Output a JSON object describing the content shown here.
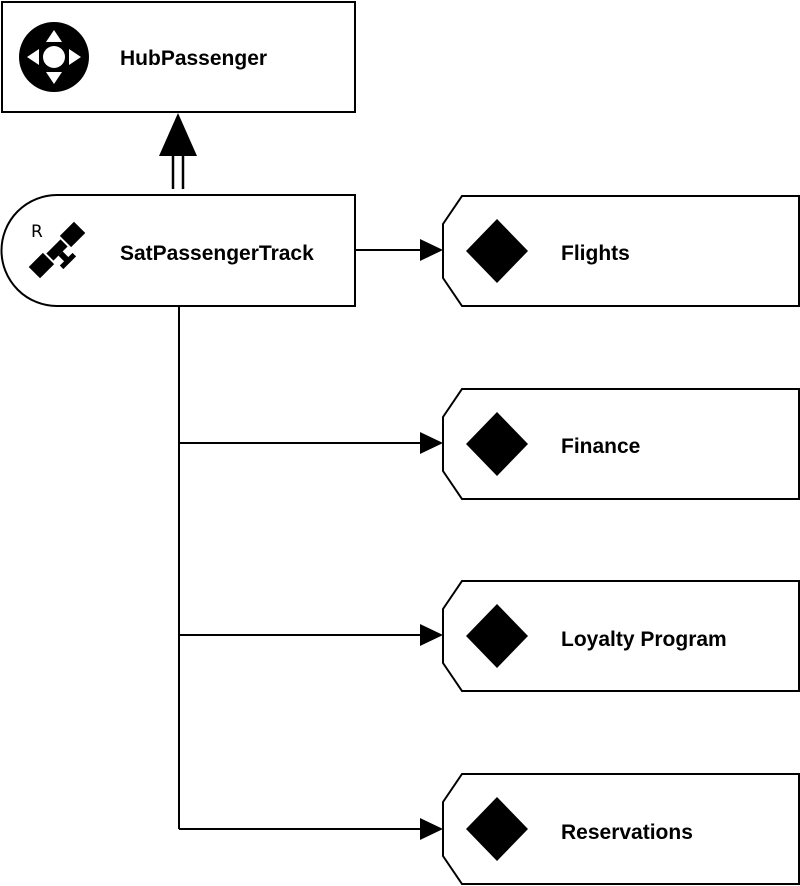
{
  "colors": {
    "stroke": "#000000",
    "fill": "#ffffff",
    "icon": "#000000"
  },
  "hub": {
    "label": "HubPassenger",
    "icon": "hub-icon"
  },
  "satellite": {
    "label": "SatPassengerTrack",
    "icon": "satellite-icon",
    "marker": "R"
  },
  "references": [
    {
      "label": "Flights",
      "icon": "diamond-icon"
    },
    {
      "label": "Finance",
      "icon": "diamond-icon"
    },
    {
      "label": "Loyalty Program",
      "icon": "diamond-icon"
    },
    {
      "label": "Reservations",
      "icon": "diamond-icon"
    }
  ]
}
